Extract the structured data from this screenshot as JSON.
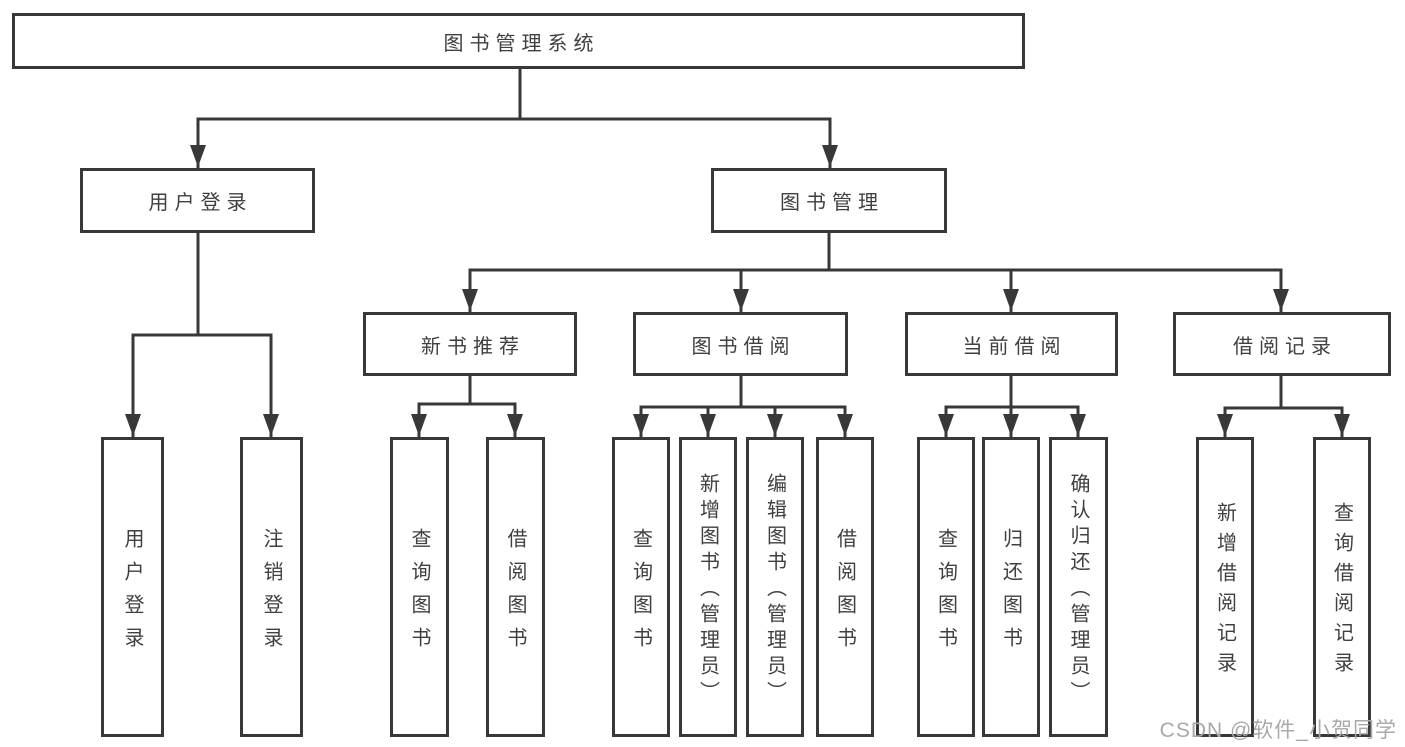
{
  "diagram": {
    "title": "图书管理系统",
    "type": "tree-structure-chart",
    "colors": {
      "line": "#383838",
      "text": "#404040",
      "box_background": "#ffffff",
      "watermark": "#a9a9a9",
      "page_background": "#ffffff"
    },
    "nodes": {
      "root": "图书管理系统",
      "userLogin": "用户登录",
      "bookManagement": "图书管理",
      "newBookRecommend": "新书推荐",
      "bookBorrow": "图书借阅",
      "currentBorrow": "当前借阅",
      "borrowRecords": "借阅记录",
      "loginChildren": [
        "用户登录",
        "注销登录"
      ],
      "recommendChildren": [
        "查询图书",
        "借阅图书"
      ],
      "borrowChildren": [
        "查询图书",
        "新增图书（管理员）",
        "编辑图书（管理员）",
        "借阅图书"
      ],
      "currentChildren": [
        "查询图书",
        "归还图书",
        "确认归还（管理员）"
      ],
      "recordChildren": [
        "新增借阅记录",
        "查询借阅记录"
      ]
    },
    "watermark": "CSDN @软件_小贺同学"
  }
}
